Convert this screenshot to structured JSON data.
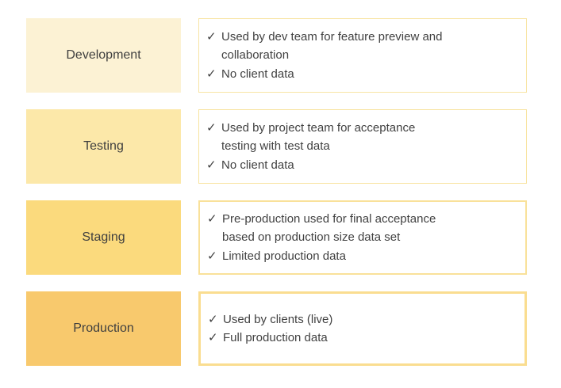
{
  "icons": {
    "check": "✓"
  },
  "colors": {
    "development_fill": "#fcf2d4",
    "testing_fill": "#fce8a9",
    "staging_fill": "#fbda7d",
    "production_fill": "#f8c96d",
    "detail_box_border": "#f8e3a0",
    "detail_box_background": "#ffffff",
    "text": "#414141"
  },
  "rows": [
    {
      "label": "Development",
      "items": [
        {
          "lines": [
            "Used by dev team for feature preview and",
            "collaboration"
          ]
        },
        {
          "lines": [
            "No client data"
          ]
        }
      ]
    },
    {
      "label": "Testing",
      "items": [
        {
          "lines": [
            "Used by project team for acceptance",
            "testing with test data"
          ]
        },
        {
          "lines": [
            "No client data"
          ]
        }
      ]
    },
    {
      "label": "Staging",
      "items": [
        {
          "lines": [
            "Pre-production used for final acceptance",
            "based on production size data set"
          ]
        },
        {
          "lines": [
            "Limited production data"
          ]
        }
      ]
    },
    {
      "label": "Production",
      "items": [
        {
          "lines": [
            "Used by clients (live)"
          ]
        },
        {
          "lines": [
            "Full production data"
          ]
        }
      ]
    }
  ]
}
